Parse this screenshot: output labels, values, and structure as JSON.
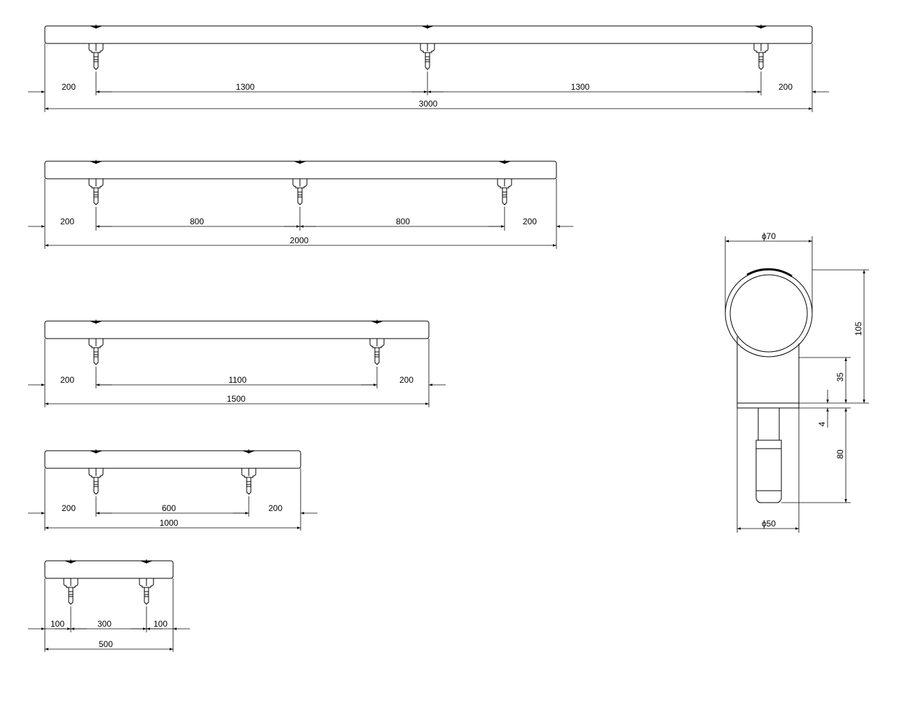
{
  "colors": {
    "line": "#000000",
    "background": "#ffffff"
  },
  "rails": [
    {
      "id": "rail-3000",
      "overall": "3000",
      "segments": [
        "200",
        "1300",
        "1300",
        "200"
      ]
    },
    {
      "id": "rail-2000",
      "overall": "2000",
      "segments": [
        "200",
        "800",
        "800",
        "200"
      ]
    },
    {
      "id": "rail-1500",
      "overall": "1500",
      "segments": [
        "200",
        "1100",
        "200"
      ]
    },
    {
      "id": "rail-1000",
      "overall": "1000",
      "segments": [
        "200",
        "600",
        "200"
      ]
    },
    {
      "id": "rail-500",
      "overall": "500",
      "segments": [
        "100",
        "300",
        "100"
      ]
    }
  ],
  "section": {
    "tube_diameter": "ϕ70",
    "base_diameter": "ϕ50",
    "overall_height": "105",
    "bracket_height": "35",
    "plate_thickness": "4",
    "anchor_length": "80"
  }
}
